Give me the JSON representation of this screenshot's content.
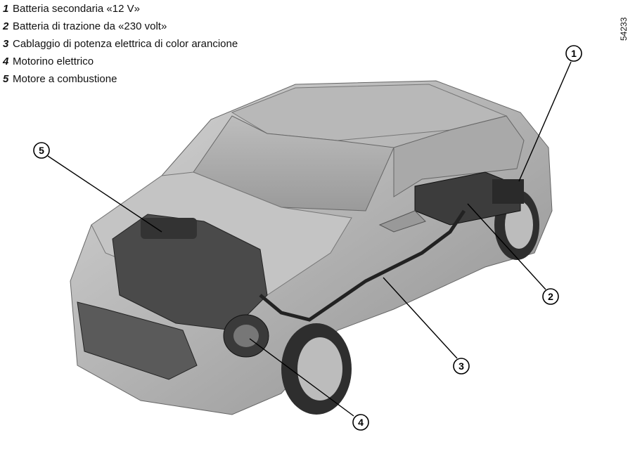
{
  "legend": [
    {
      "number": "1",
      "text": "Batteria secondaria «12 V»"
    },
    {
      "number": "2",
      "text": "Batteria di trazione da «230 volt»"
    },
    {
      "number": "3",
      "text": "Cablaggio di potenza elettrica di color arancione"
    },
    {
      "number": "4",
      "text": "Motorino elettrico"
    },
    {
      "number": "5",
      "text": "Motore a combustione"
    }
  ],
  "figure_code": "54233",
  "callouts": [
    "1",
    "2",
    "3",
    "4",
    "5"
  ]
}
